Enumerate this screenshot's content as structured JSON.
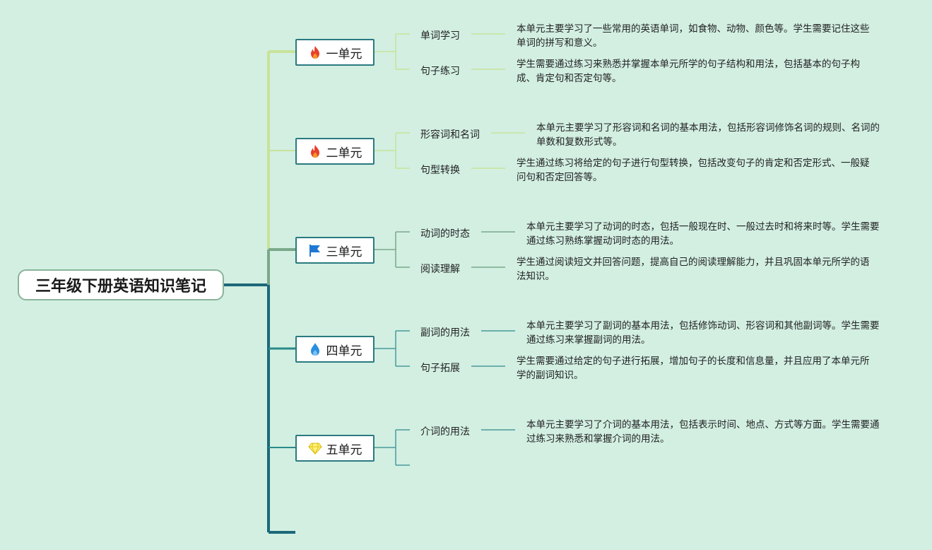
{
  "root": {
    "title": "三年级下册英语知识笔记"
  },
  "units": [
    {
      "label": "一单元",
      "icon": "fire-icon",
      "topics": [
        {
          "label": "单词学习",
          "desc": "本单元主要学习了一些常用的英语单词，如食物、动物、颜色等。学生需要记住这些单词的拼写和意义。"
        },
        {
          "label": "句子练习",
          "desc": "学生需要通过练习来熟悉并掌握本单元所学的句子结构和用法，包括基本的句子构成、肯定句和否定句等。"
        }
      ]
    },
    {
      "label": "二单元",
      "icon": "fire-icon",
      "topics": [
        {
          "label": "形容词和名词",
          "desc": "本单元主要学习了形容词和名词的基本用法，包括形容词修饰名词的规则、名词的单数和复数形式等。"
        },
        {
          "label": "句型转换",
          "desc": "学生通过练习将给定的句子进行句型转换，包括改变句子的肯定和否定形式、一般疑问句和否定回答等。"
        }
      ]
    },
    {
      "label": "三单元",
      "icon": "flag-icon",
      "topics": [
        {
          "label": "动词的时态",
          "desc": "本单元主要学习了动词的时态，包括一般现在时、一般过去时和将来时等。学生需要通过练习熟练掌握动词时态的用法。"
        },
        {
          "label": "阅读理解",
          "desc": "学生通过阅读短文并回答问题，提高自己的阅读理解能力，并且巩固本单元所学的语法知识。"
        }
      ]
    },
    {
      "label": "四单元",
      "icon": "water-drop-icon",
      "topics": [
        {
          "label": "副词的用法",
          "desc": "本单元主要学习了副词的基本用法，包括修饰动词、形容词和其他副词等。学生需要通过练习来掌握副词的用法。"
        },
        {
          "label": "句子拓展",
          "desc": "学生需要通过给定的句子进行拓展，增加句子的长度和信息量，并且应用了本单元所学的副词知识。"
        }
      ]
    },
    {
      "label": "五单元",
      "icon": "diamond-icon",
      "topics": [
        {
          "label": "介词的用法",
          "desc": "本单元主要学习了介词的基本用法，包括表示时间、地点、方式等方面。学生需要通过练习来熟悉和掌握介词的用法。"
        }
      ]
    }
  ],
  "colors": {
    "background": "#d2efe2",
    "branch_light": "#c8e39a",
    "branch_mid": "#7aa989",
    "branch_dark": "#1c6878"
  }
}
